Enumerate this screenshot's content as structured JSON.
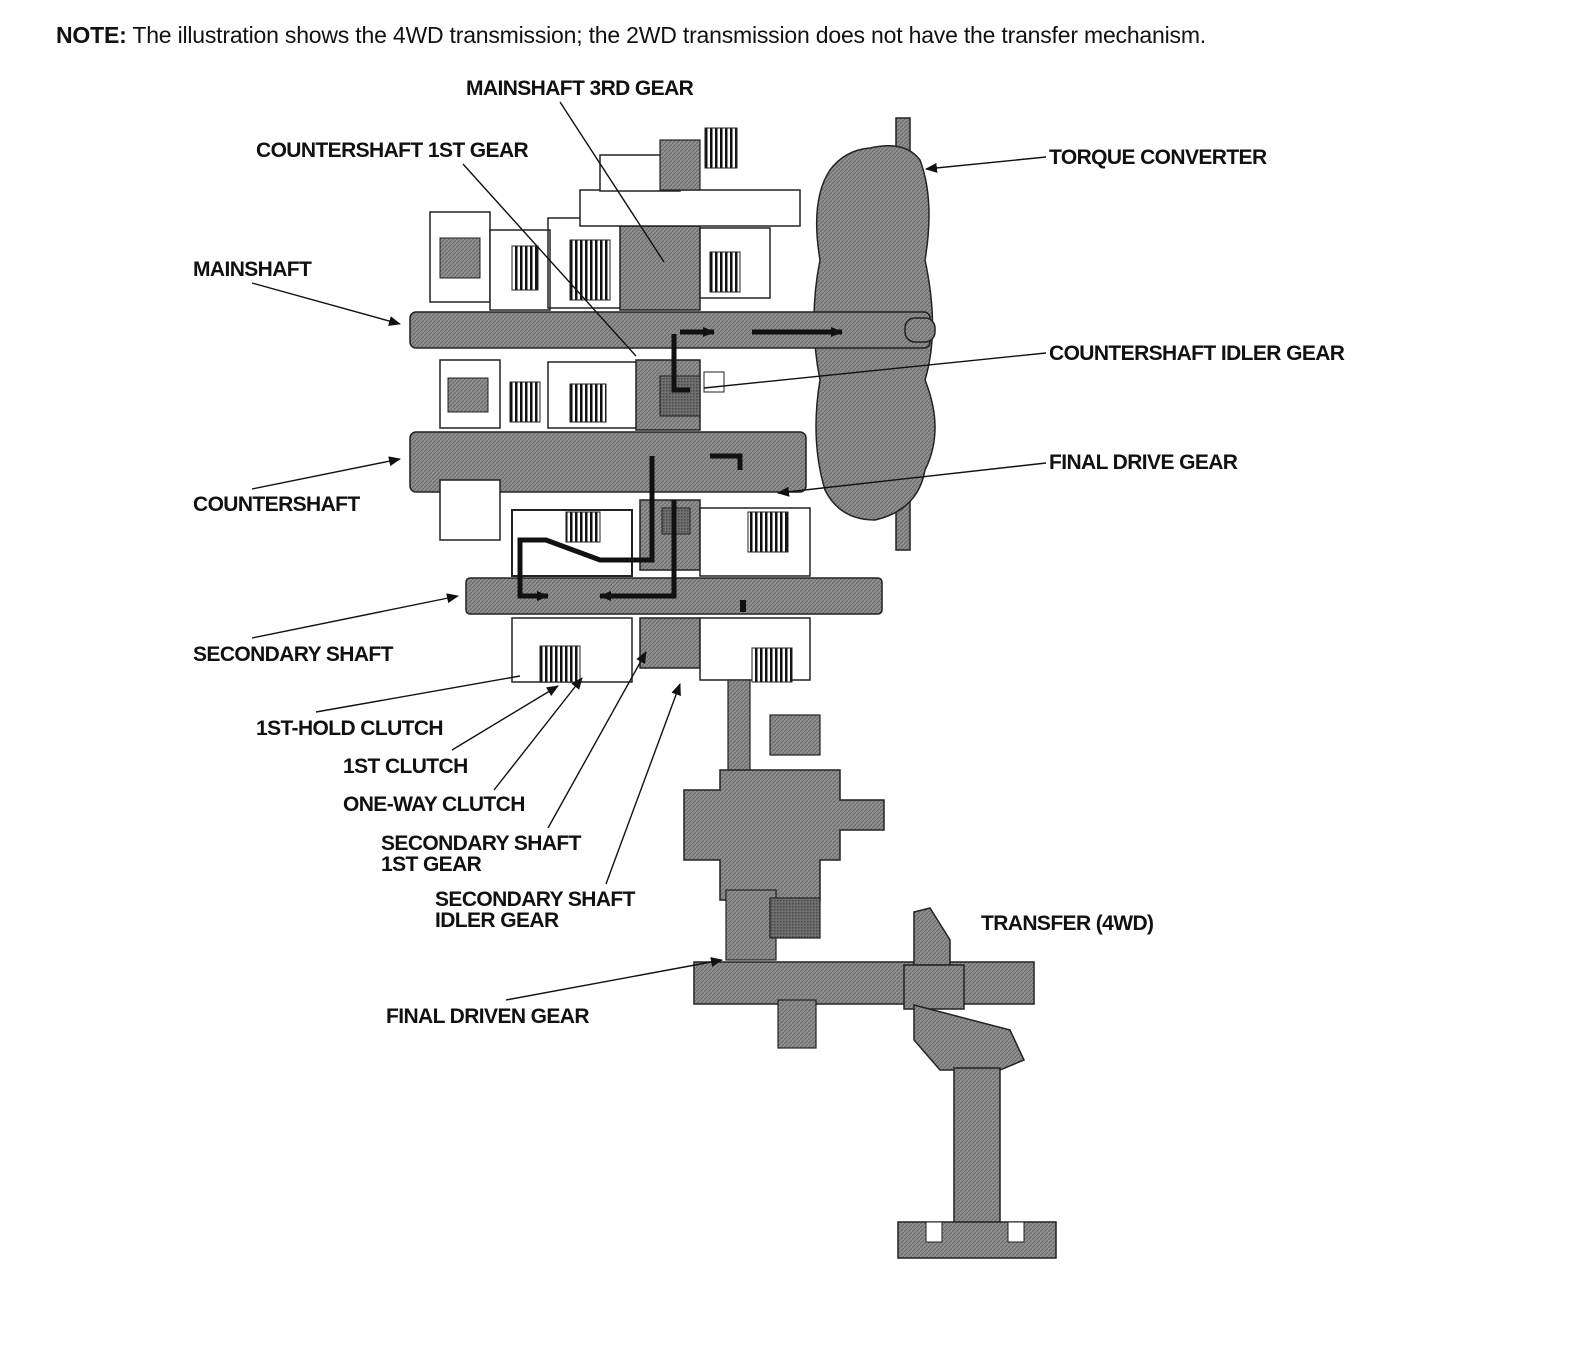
{
  "note": {
    "prefix": "NOTE:",
    "text": "The illustration shows the 4WD transmission; the 2WD transmission does not have the transfer mechanism."
  },
  "labels": {
    "mainshaft_3rd_gear": "MAINSHAFT 3RD GEAR",
    "countershaft_1st_gear": "COUNTERSHAFT 1ST GEAR",
    "torque_converter": "TORQUE CONVERTER",
    "mainshaft": "MAINSHAFT",
    "countershaft_idler_gear": "COUNTERSHAFT IDLER GEAR",
    "final_drive_gear": "FINAL DRIVE GEAR",
    "countershaft": "COUNTERSHAFT",
    "secondary_shaft": "SECONDARY SHAFT",
    "first_hold_clutch": "1ST-HOLD CLUTCH",
    "first_clutch": "1ST CLUTCH",
    "one_way_clutch": "ONE-WAY CLUTCH",
    "secondary_shaft_1st_gear_line1": "SECONDARY SHAFT",
    "secondary_shaft_1st_gear_line2": "1ST GEAR",
    "secondary_shaft_idler_gear_line1": "SECONDARY SHAFT",
    "secondary_shaft_idler_gear_line2": "IDLER GEAR",
    "transfer_4wd": "TRANSFER (4WD)",
    "final_driven_gear": "FINAL DRIVEN GEAR"
  }
}
